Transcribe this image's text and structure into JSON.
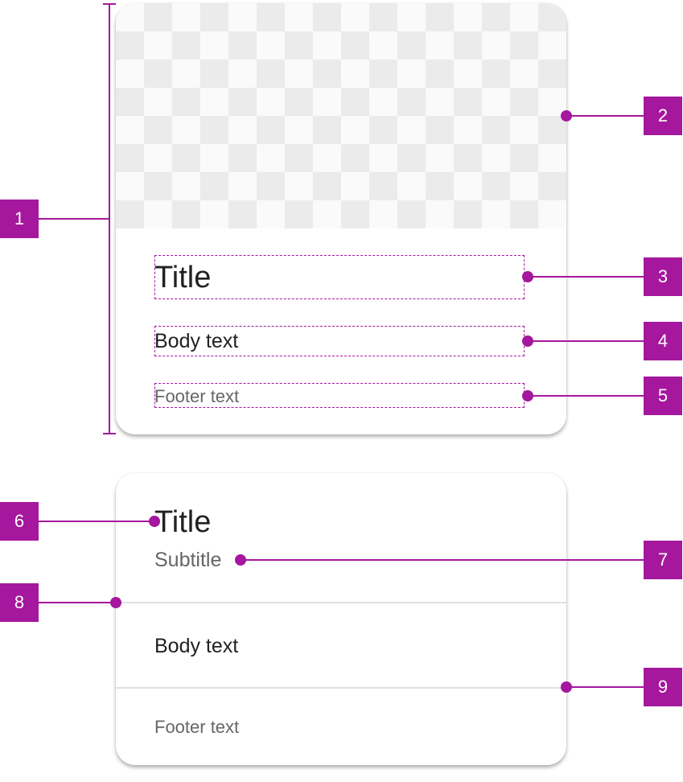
{
  "card1": {
    "title": "Title",
    "body": "Body text",
    "footer": "Footer text"
  },
  "card2": {
    "title": "Title",
    "subtitle": "Subtitle",
    "body": "Body text",
    "footer": "Footer text"
  },
  "callouts": [
    "1",
    "2",
    "3",
    "4",
    "5",
    "6",
    "7",
    "8",
    "9"
  ],
  "colors": {
    "accent": "#a5179d",
    "checker_dark": "#ebebeb",
    "checker_light": "#fafafa",
    "divider": "#e0e0e0"
  }
}
